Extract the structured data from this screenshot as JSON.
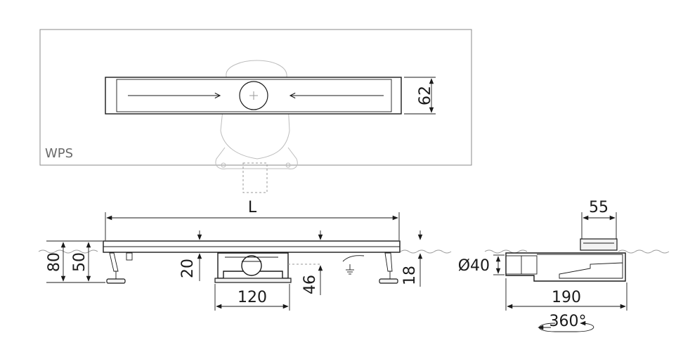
{
  "top_view": {
    "label": "WPS",
    "width_dim": "62"
  },
  "side_view": {
    "length_dim": "L",
    "total_height_dim": "80",
    "body_height_dim": "50",
    "grate_depth_dim": "20",
    "outlet_depth_dim": "46",
    "frame_height_dim": "18",
    "outlet_width_dim": "120"
  },
  "end_view": {
    "grate_width_dim": "55",
    "outlet_diameter_dim": "Ø40",
    "overall_length_dim": "190",
    "rotation_dim": "360°"
  }
}
